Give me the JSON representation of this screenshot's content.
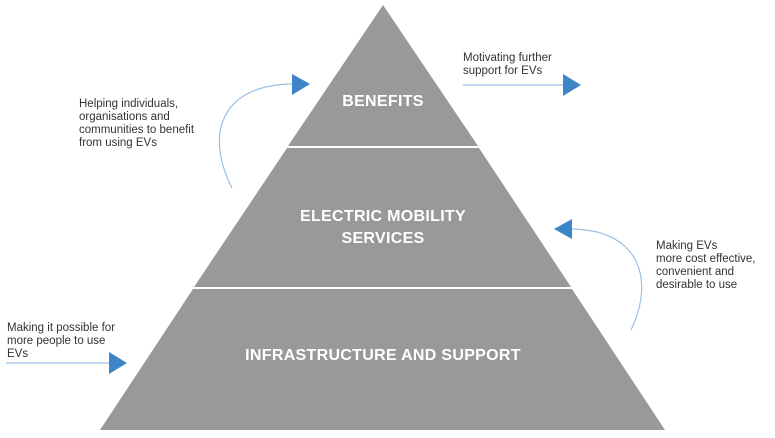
{
  "colors": {
    "pyramid": "#999999",
    "divider": "#ffffff",
    "arrow": "#3d85c6",
    "curve": "#9cc0e4"
  },
  "levels": [
    {
      "label": "BENEFITS"
    },
    {
      "label": "ELECTRIC MOBILITY\nSERVICES"
    },
    {
      "label": "INFRASTRUCTURE AND SUPPORT"
    }
  ],
  "notes": {
    "top_left": "Helping individuals,\norganisations and\ncommunities to benefit\nfrom using EVs",
    "top_right": "Motivating further\nsupport for EVs",
    "middle_right": "Making EVs\nmore cost effective,\nconvenient and\ndesirable to use",
    "bottom_left": "Making it possible for\nmore people to use\nEVs"
  }
}
